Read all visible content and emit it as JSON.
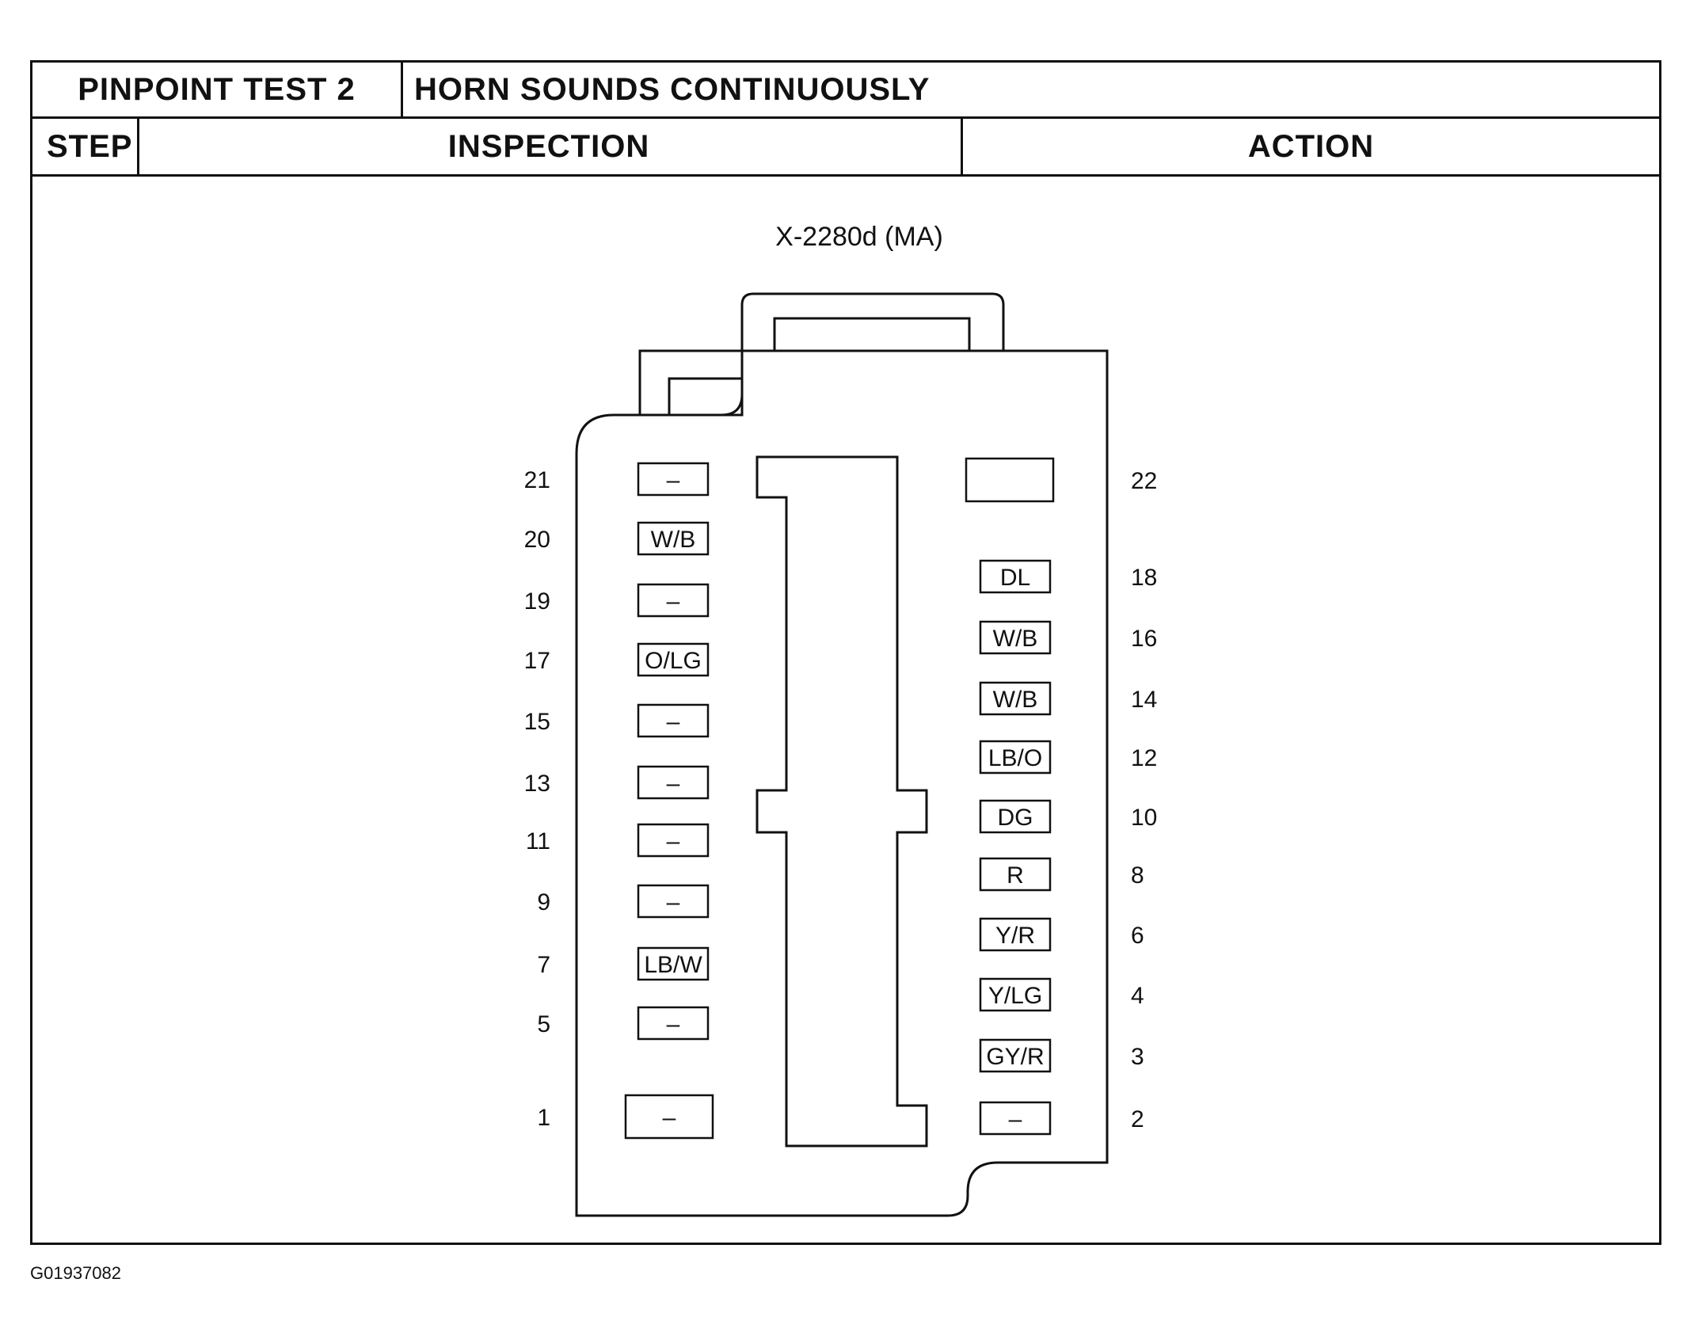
{
  "header": {
    "test_label": "PINPOINT TEST 2",
    "title": "HORN SOUNDS CONTINUOUSLY"
  },
  "columns": {
    "step": "STEP",
    "inspection": "INSPECTION",
    "action": "ACTION"
  },
  "diagram": {
    "connector_label": "X-2280d (MA)",
    "left_pins": [
      {
        "pin": "21",
        "wire": "–"
      },
      {
        "pin": "20",
        "wire": "W/B"
      },
      {
        "pin": "19",
        "wire": "–"
      },
      {
        "pin": "17",
        "wire": "O/LG"
      },
      {
        "pin": "15",
        "wire": "–"
      },
      {
        "pin": "13",
        "wire": "–"
      },
      {
        "pin": "11",
        "wire": "–"
      },
      {
        "pin": "9",
        "wire": "–"
      },
      {
        "pin": "7",
        "wire": "LB/W"
      },
      {
        "pin": "5",
        "wire": "–"
      },
      {
        "pin": "1",
        "wire": "–"
      }
    ],
    "right_pins": [
      {
        "pin": "22",
        "wire": ""
      },
      {
        "pin": "18",
        "wire": "DL"
      },
      {
        "pin": "16",
        "wire": "W/B"
      },
      {
        "pin": "14",
        "wire": "W/B"
      },
      {
        "pin": "12",
        "wire": "LB/O"
      },
      {
        "pin": "10",
        "wire": "DG"
      },
      {
        "pin": "8",
        "wire": "R"
      },
      {
        "pin": "6",
        "wire": "Y/R"
      },
      {
        "pin": "4",
        "wire": "Y/LG"
      },
      {
        "pin": "3",
        "wire": "GY/R"
      },
      {
        "pin": "2",
        "wire": "–"
      }
    ]
  },
  "footer": {
    "figure_id": "G01937082"
  }
}
